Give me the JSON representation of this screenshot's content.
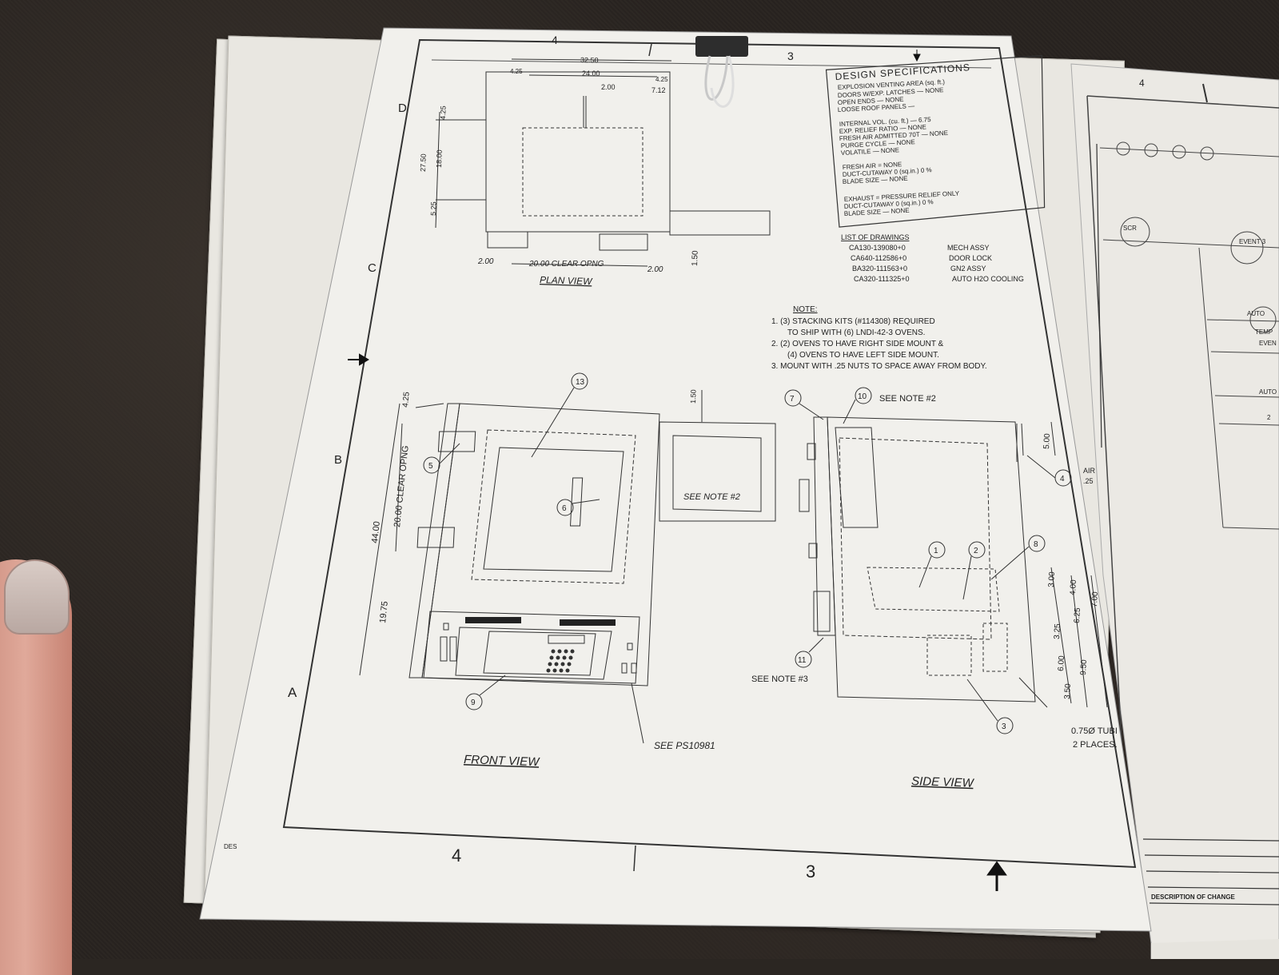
{
  "drawing": {
    "zone_letters": [
      "D",
      "C",
      "B",
      "A"
    ],
    "zone_numbers_top": [
      "4",
      "3"
    ],
    "zone_numbers_bottom": [
      "4",
      "3"
    ],
    "spec_title": "DESIGN SPECIFICATIONS",
    "spec_lines": [
      "EXPLOSION VENTING AREA (sq. ft.)",
      "DOORS W/EXP. LATCHES — NONE",
      "OPEN ENDS — NONE",
      "LOOSE ROOF PANELS —",
      "INTERNAL VOL. (cu. ft.) — 6.75",
      "EXP. RELIEF RATIO — NONE",
      "FRESH AIR ADMITTED 70T — NONE",
      "PURGE CYCLE — NONE",
      "VOLATILE — NONE",
      "FRESH AIR = NONE",
      "DUCT-CUTAWAY 0 (sq.in.) 0 %",
      "BLADE SIZE — NONE",
      "EXHAUST = PRESSURE RELIEF ONLY",
      "DUCT-CUTAWAY 0 (sq.in.) 0 %",
      "BLADE SIZE — NONE"
    ],
    "drawings_title": "LIST OF DRAWINGS",
    "drawings": [
      {
        "num": "CA130-139080+0",
        "desc": "MECH ASSY"
      },
      {
        "num": "CA640-112586+0",
        "desc": "DOOR LOCK"
      },
      {
        "num": "BA320-111563+0",
        "desc": "GN2 ASSY"
      },
      {
        "num": "CA320-111325+0",
        "desc": "AUTO H2O COOLING"
      }
    ],
    "note_title": "NOTE:",
    "notes": [
      "1. (3) STACKING KITS (#114308) REQUIRED",
      "TO SHIP WITH (6) LNDI-42-3 OVENS.",
      "2. (2) OVENS TO HAVE RIGHT SIDE MOUNT &",
      "(4) OVENS TO HAVE LEFT SIDE MOUNT.",
      "3. MOUNT WITH .25 NUTS TO SPACE AWAY FROM BODY."
    ],
    "plan_view": {
      "label": "PLAN VIEW",
      "dims": [
        "32.50",
        "24.00",
        "4.25",
        "4.25",
        "2.00",
        "7.12",
        "4.25",
        "27.50",
        "18.00",
        "5.25",
        "2.00",
        "20.00 CLEAR OPNG",
        "2.00",
        "1.50"
      ]
    },
    "front_view": {
      "label": "FRONT VIEW",
      "dims": [
        "4.25",
        "20.00 CLEAR OPNG",
        "44.00",
        "19.75",
        "1.50"
      ],
      "see_note": "SEE NOTE #2",
      "see_ps": "SEE PS10981",
      "callouts": [
        "13",
        "5",
        "6",
        "9"
      ]
    },
    "side_view": {
      "label": "SIDE VIEW",
      "see_note_2": "SEE NOTE #2",
      "see_note_3": "SEE NOTE #3",
      "dims": [
        "5.00",
        "3.00",
        "4.00",
        "7.00",
        "6.25",
        "3.25",
        "6.00",
        "9.50",
        "3.50"
      ],
      "tube_note_1": "0.75Ø TUBI",
      "tube_note_2": "2 PLACES.",
      "air_note_1": "AIR",
      "air_note_2": ".25",
      "callouts": [
        "7",
        "10",
        "4",
        "1",
        "2",
        "8",
        "11",
        "3"
      ]
    },
    "title_block_fragment": "DES",
    "right_sheet": {
      "zone_number": "4",
      "revision_label": "DESCRIPTION OF CHANGE",
      "schematic_labels": [
        "SCR",
        "EVENT 3",
        "AUTO",
        "TEMP",
        "EVEN",
        "AUTO",
        "2"
      ]
    }
  }
}
